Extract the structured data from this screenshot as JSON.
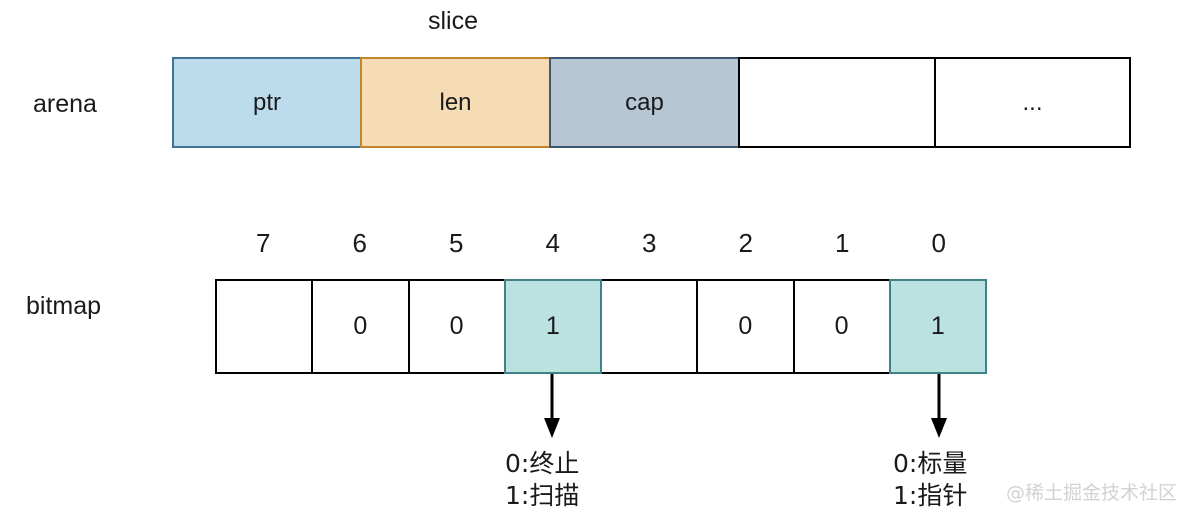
{
  "diagram": {
    "slice_title": "slice",
    "rows": [
      {
        "label": "arena"
      },
      {
        "label": "bitmap"
      }
    ],
    "arena": {
      "label": "arena",
      "cells": [
        {
          "text": "ptr",
          "fill": "#bcdcee",
          "stroke": "#3f7295"
        },
        {
          "text": "len",
          "fill": "#f6dcb5",
          "stroke": "#c3852c"
        },
        {
          "text": "cap",
          "fill": "#b7c6d3",
          "stroke": "#3f5871"
        },
        {
          "text": "",
          "fill": "#ffffff",
          "stroke": "#000000"
        },
        {
          "text": "...",
          "fill": "#ffffff",
          "stroke": "#000000"
        }
      ]
    },
    "bitmap": {
      "label": "bitmap",
      "indices": [
        "7",
        "6",
        "5",
        "4",
        "3",
        "2",
        "1",
        "0"
      ],
      "cells": [
        {
          "index": "7",
          "value": "",
          "highlighted": false
        },
        {
          "index": "6",
          "value": "0",
          "highlighted": false
        },
        {
          "index": "5",
          "value": "0",
          "highlighted": false
        },
        {
          "index": "4",
          "value": "1",
          "highlighted": true
        },
        {
          "index": "3",
          "value": "",
          "highlighted": false
        },
        {
          "index": "2",
          "value": "0",
          "highlighted": false
        },
        {
          "index": "1",
          "value": "0",
          "highlighted": false
        },
        {
          "index": "0",
          "value": "1",
          "highlighted": true
        }
      ],
      "highlight_fill": "#bbe2e1",
      "highlight_stroke": "#3f8389"
    },
    "annotations": [
      {
        "for_bit": "4",
        "line1": "0:终止",
        "line2": "1:扫描"
      },
      {
        "for_bit": "0",
        "line1": "0:标量",
        "line2": "1:指针"
      }
    ],
    "watermark": "@稀土掘金技术社区"
  }
}
